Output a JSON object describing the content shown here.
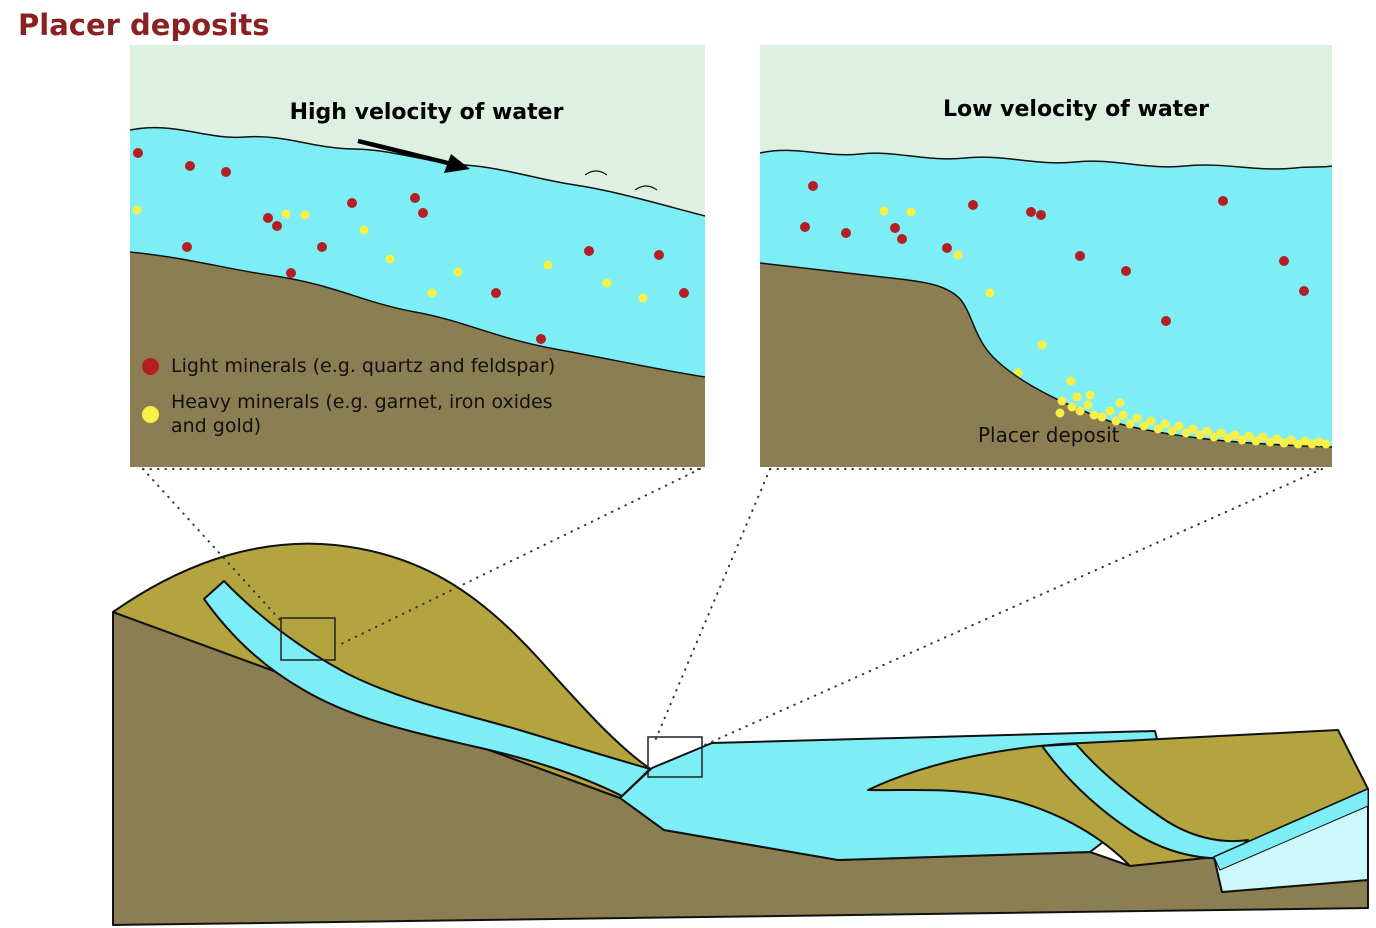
{
  "page": {
    "title": "Placer deposits"
  },
  "colors": {
    "title": "#8b2020",
    "sky": "#ddf0e2",
    "water": "#7eeef6",
    "water_light": "#ccf8fb",
    "ground": "#8a7e52",
    "hill": "#b3a440",
    "red_dot": "#b41f24",
    "yellow_dot": "#f8f046",
    "outline": "#111111"
  },
  "panel_high": {
    "title": "High velocity of water",
    "legend": [
      {
        "id": "light-minerals",
        "marker_color": "#b41f24",
        "label": "Light minerals (e.g. quartz and feldspar)"
      },
      {
        "id": "heavy-minerals",
        "marker_color": "#f8f046",
        "label": "Heavy minerals (e.g. garnet, iron oxides and gold)"
      }
    ],
    "dots": {
      "red": [
        [
          8,
          108
        ],
        [
          60,
          121
        ],
        [
          96,
          127
        ],
        [
          138,
          173
        ],
        [
          147,
          181
        ],
        [
          222,
          158
        ],
        [
          285,
          153
        ],
        [
          293,
          168
        ],
        [
          57,
          202
        ],
        [
          192,
          202
        ],
        [
          161,
          228
        ],
        [
          459,
          206
        ],
        [
          529,
          210
        ],
        [
          366,
          248
        ],
        [
          411,
          294
        ],
        [
          554,
          248
        ]
      ],
      "yellow": [
        [
          7,
          165
        ],
        [
          156,
          169
        ],
        [
          175,
          170
        ],
        [
          234,
          185
        ],
        [
          260,
          214
        ],
        [
          328,
          227
        ],
        [
          418,
          220
        ],
        [
          477,
          238
        ],
        [
          513,
          253
        ],
        [
          302,
          248
        ]
      ]
    }
  },
  "panel_low": {
    "title": "Low velocity of water",
    "deposit_label": "Placer deposit",
    "dots": {
      "red": [
        [
          53,
          141
        ],
        [
          45,
          182
        ],
        [
          86,
          188
        ],
        [
          135,
          183
        ],
        [
          142,
          194
        ],
        [
          213,
          160
        ],
        [
          271,
          167
        ],
        [
          281,
          170
        ],
        [
          187,
          203
        ],
        [
          463,
          156
        ],
        [
          320,
          211
        ],
        [
          366,
          226
        ],
        [
          406,
          276
        ],
        [
          524,
          216
        ],
        [
          544,
          246
        ]
      ],
      "yellow": [
        [
          124,
          166
        ],
        [
          151,
          167
        ],
        [
          198,
          210
        ],
        [
          230,
          248
        ],
        [
          258,
          328
        ],
        [
          282,
          300
        ],
        [
          311,
          336
        ],
        [
          317,
          352
        ]
      ],
      "deposit": [
        [
          302,
          356
        ],
        [
          312,
          362
        ],
        [
          320,
          366
        ],
        [
          328,
          360
        ],
        [
          334,
          370
        ],
        [
          342,
          372
        ],
        [
          350,
          366
        ],
        [
          356,
          376
        ],
        [
          363,
          370
        ],
        [
          370,
          379
        ],
        [
          377,
          373
        ],
        [
          384,
          381
        ],
        [
          391,
          376
        ],
        [
          398,
          384
        ],
        [
          405,
          379
        ],
        [
          412,
          386
        ],
        [
          419,
          381
        ],
        [
          426,
          388
        ],
        [
          433,
          384
        ],
        [
          440,
          390
        ],
        [
          447,
          386
        ],
        [
          454,
          392
        ],
        [
          461,
          388
        ],
        [
          468,
          393
        ],
        [
          475,
          390
        ],
        [
          482,
          395
        ],
        [
          489,
          391
        ],
        [
          496,
          396
        ],
        [
          503,
          392
        ],
        [
          510,
          397
        ],
        [
          517,
          394
        ],
        [
          524,
          398
        ],
        [
          531,
          395
        ],
        [
          538,
          399
        ],
        [
          545,
          396
        ],
        [
          552,
          399
        ],
        [
          559,
          397
        ],
        [
          566,
          399
        ],
        [
          330,
          350
        ],
        [
          360,
          358
        ],
        [
          300,
          368
        ]
      ]
    }
  }
}
